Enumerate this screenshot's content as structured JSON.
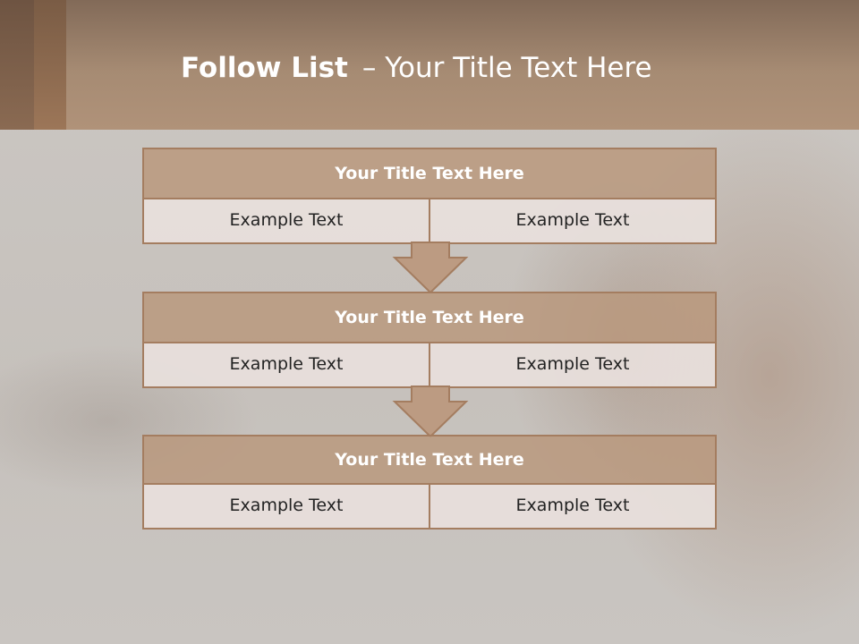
{
  "title": {
    "bold": "Follow List",
    "rest": "– Your Title Text Here"
  },
  "blocks": [
    {
      "title": "Your Title Text Here",
      "left": "Example Text",
      "right": "Example Text"
    },
    {
      "title": "Your Title Text Here",
      "left": "Example Text",
      "right": "Example Text"
    },
    {
      "title": "Your Title Text Here",
      "left": "Example Text",
      "right": "Example Text"
    }
  ],
  "colors": {
    "header": "#a68b73",
    "accent_border": "#a47d60",
    "block_title_fill": "#b9987e",
    "cell_fill": "#e8e0dc"
  }
}
